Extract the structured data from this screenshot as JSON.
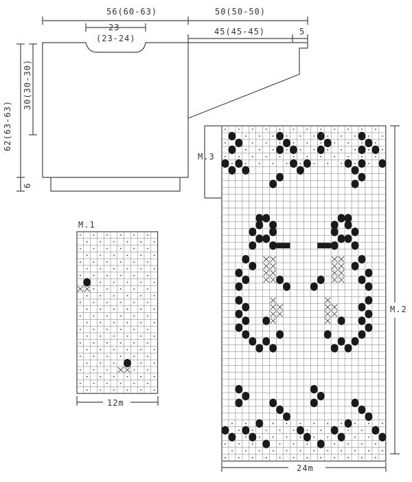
{
  "measurements": {
    "top_width": "56(60-63)",
    "neck_width": "23",
    "neck_width_alt": "(23-24)",
    "sleeve_length": "50(50-50)",
    "sleeve_length_inner": "45(45-45)",
    "cuff": "5",
    "body_length": "62(63-63)",
    "armhole_depth": "30(30-30)",
    "rib_height": "6"
  },
  "charts": {
    "m1_label": "M.1",
    "m1_width": "12m",
    "m2_label": "M.2",
    "m2_width": "24m",
    "m3_label": "M.3"
  },
  "chart_colors": {
    "line": "#444444",
    "grid": "#777777",
    "dot": "#333333",
    "filled_stitch": "#1a1a1a"
  }
}
